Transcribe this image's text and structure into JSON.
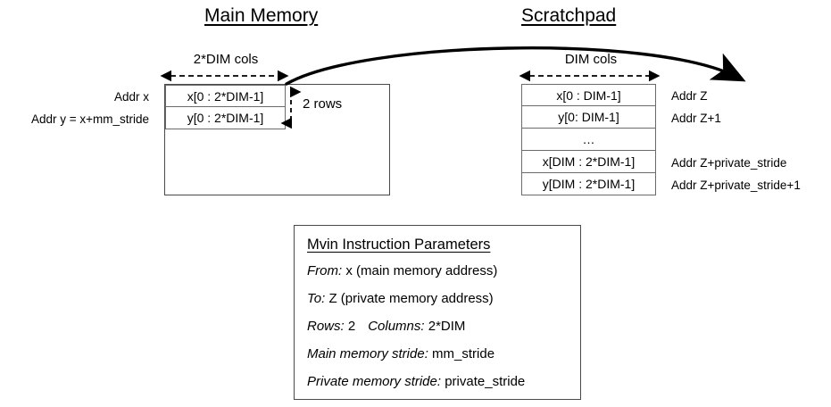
{
  "diagram": {
    "main_memory": {
      "title": "Main Memory",
      "cols_label": "2*DIM cols",
      "rows_label": "2 rows",
      "left_labels": [
        "Addr x",
        "Addr y = x+mm_stride"
      ],
      "cells": [
        "x[0 : 2*DIM-1]",
        "y[0 : 2*DIM-1]"
      ]
    },
    "scratchpad": {
      "title": "Scratchpad",
      "cols_label": "DIM cols",
      "rows": [
        {
          "cell": "x[0 : DIM-1]",
          "addr": "Addr Z"
        },
        {
          "cell": "y[0: DIM-1]",
          "addr": "Addr Z+1"
        },
        {
          "cell": "…",
          "addr": ""
        },
        {
          "cell": "x[DIM : 2*DIM-1]",
          "addr": "Addr Z+private_stride"
        },
        {
          "cell": "y[DIM : 2*DIM-1]",
          "addr": "Addr Z+private_stride+1"
        }
      ]
    },
    "transfer_arrow": {
      "name": "mvin-transfer-arrow"
    },
    "params": {
      "title": "Mvin Instruction Parameters",
      "rows": [
        {
          "key": "From:",
          "value": " x (main memory address)"
        },
        {
          "key": "To:",
          "value": " Z (private memory address)"
        },
        {
          "key": "Rows:",
          "value": " 2",
          "key2": "Columns:",
          "value2": " 2*DIM"
        },
        {
          "key": "Main memory stride:",
          "value": " mm_stride"
        },
        {
          "key": "Private memory stride:",
          "value": " private_stride"
        }
      ]
    },
    "colors": {
      "ink": "#000000",
      "background": "#ffffff",
      "cell_border": "#6b6b6b",
      "box_border": "#4a4a4a"
    }
  }
}
